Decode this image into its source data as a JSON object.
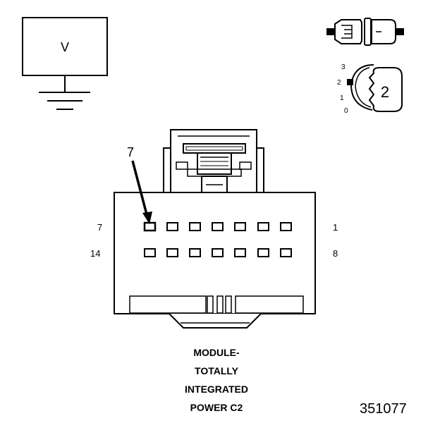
{
  "meter": {
    "label": "V"
  },
  "key_switch": {
    "positions": [
      "3",
      "2",
      "1",
      "0"
    ],
    "key_number": "2"
  },
  "connector": {
    "callout_label": "7",
    "row1_left_label": "7",
    "row1_right_label": "1",
    "row2_left_label": "14",
    "row2_right_label": "8",
    "callout_pin": 7
  },
  "caption": {
    "lines": [
      "MODULE-",
      "TOTALLY",
      "INTEGRATED",
      "POWER C2"
    ]
  },
  "figure_id": "351077"
}
